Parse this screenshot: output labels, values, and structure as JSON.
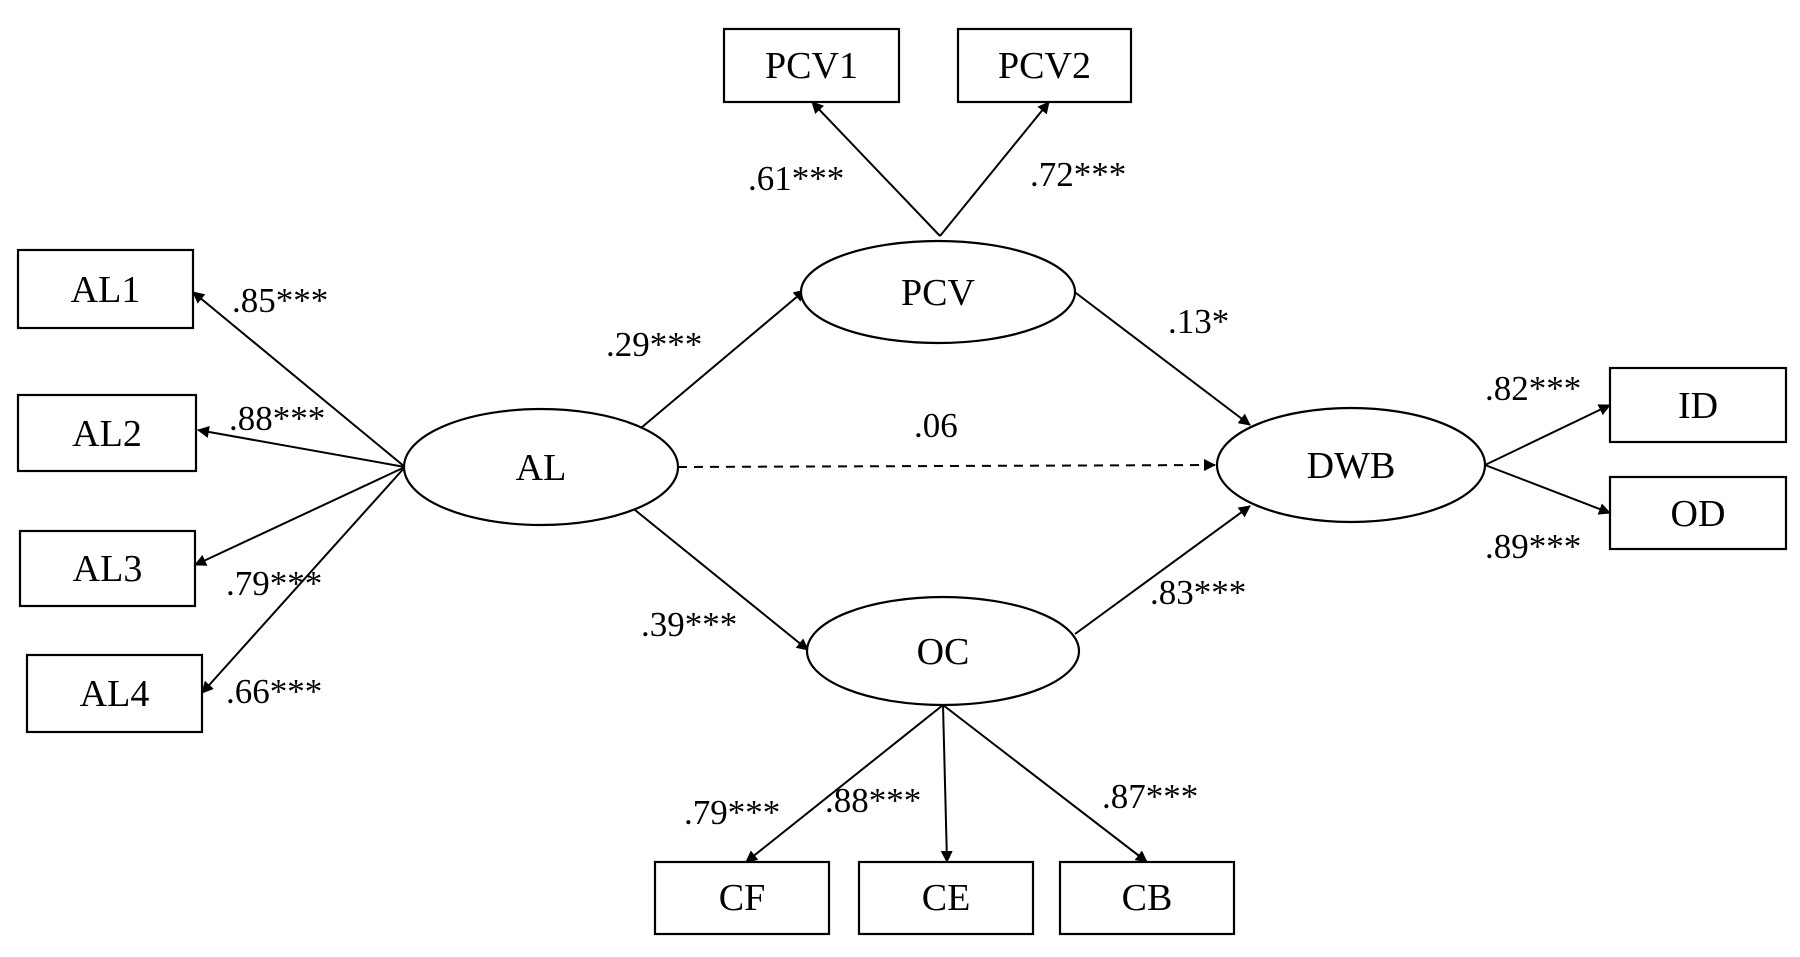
{
  "nodes": {
    "AL1": "AL1",
    "AL2": "AL2",
    "AL3": "AL3",
    "AL4": "AL4",
    "AL": "AL",
    "PCV": "PCV",
    "PCV1": "PCV1",
    "PCV2": "PCV2",
    "OC": "OC",
    "CF": "CF",
    "CE": "CE",
    "CB": "CB",
    "DWB": "DWB",
    "ID": "ID",
    "OD": "OD"
  },
  "coefficients": {
    "al_al1": ".85***",
    "al_al2": ".88***",
    "al_al3": ".79***",
    "al_al4": ".66***",
    "pcv_pcv1": ".61***",
    "pcv_pcv2": ".72***",
    "al_pcv": ".29***",
    "pcv_dwb": ".13*",
    "al_dwb": ".06",
    "al_oc": ".39***",
    "oc_dwb": ".83***",
    "oc_cf": ".79***",
    "oc_ce": ".88***",
    "oc_cb": ".87***",
    "dwb_id": ".82***",
    "dwb_od": ".89***"
  }
}
